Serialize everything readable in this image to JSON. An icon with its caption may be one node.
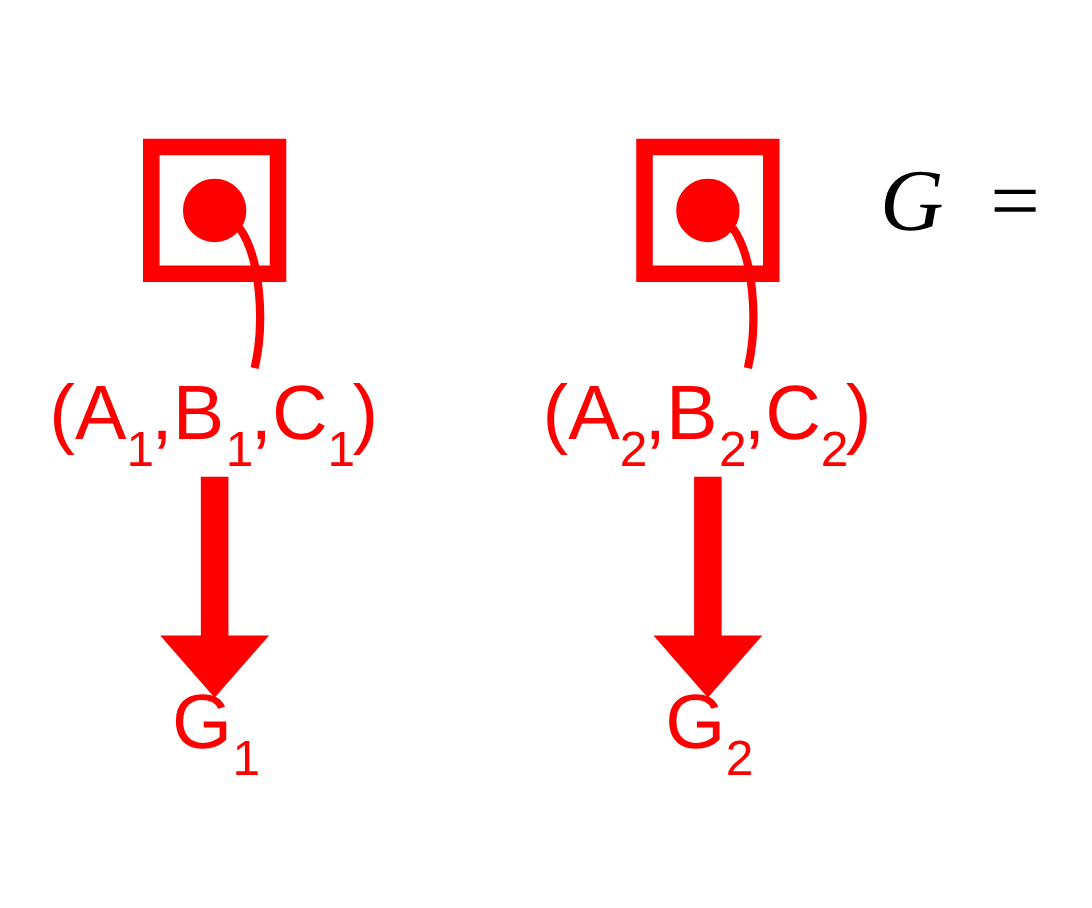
{
  "diagram": {
    "nodes": [
      {
        "text": [],
        "shape": "box"
      },
      {
        "text": [],
        "shape": "circle",
        "in": 0
      },
      {
        "text": [],
        "shape": "box"
      },
      {
        "text": [],
        "shape": "circle",
        "in": 2
      },
      {
        "text": [
          "(A$_{1}$,B$_{1}$,C$_{1}$)"
        ]
      },
      {
        "text": [
          "(A$_{2}$,B$_{2}$,C$_{2}$)"
        ]
      },
      {
        "text": [
          "G$_{1}$"
        ]
      },
      {
        "text": [
          "G$_{2}$"
        ]
      }
    ],
    "edges": [
      {
        "from": 4,
        "to": 1,
        "arrow": "none"
      },
      {
        "from": 5,
        "to": 3,
        "arrow": "none"
      },
      {
        "from": 4,
        "to": 6,
        "arrow": "to",
        "style": "thick"
      },
      {
        "from": 5,
        "to": 7,
        "arrow": "to",
        "style": "thick"
      }
    ],
    "labels": [
      "*G* ="
    ]
  }
}
